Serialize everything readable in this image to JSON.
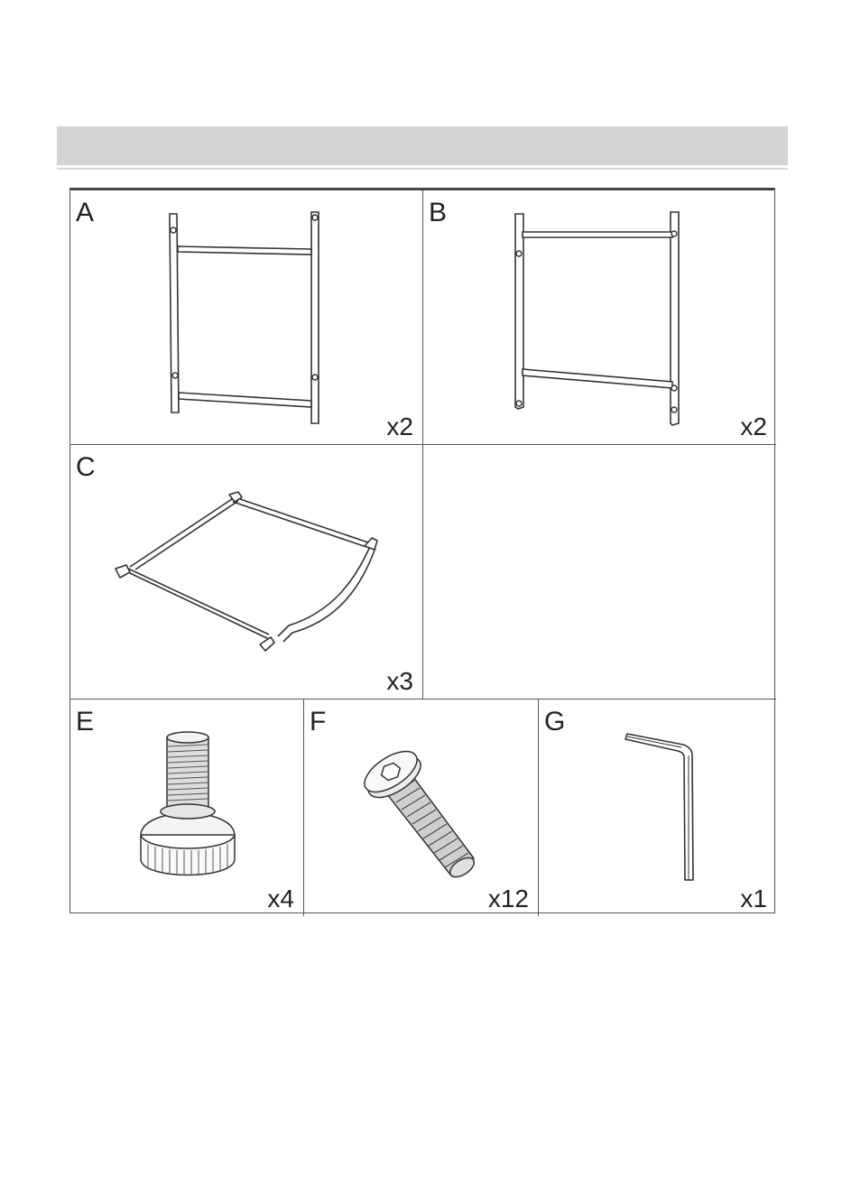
{
  "parts": {
    "A": {
      "letter": "A",
      "qty": "x2",
      "icon": "side-frame-a-icon"
    },
    "B": {
      "letter": "B",
      "qty": "x2",
      "icon": "side-frame-b-icon"
    },
    "C": {
      "letter": "C",
      "qty": "x3",
      "icon": "shelf-frame-icon"
    },
    "E": {
      "letter": "E",
      "qty": "x4",
      "icon": "adjustable-foot-icon"
    },
    "F": {
      "letter": "F",
      "qty": "x12",
      "icon": "hex-bolt-icon"
    },
    "G": {
      "letter": "G",
      "qty": "x1",
      "icon": "allen-key-icon"
    }
  },
  "colors": {
    "header_band": "#d4d4d4",
    "line_art": "#333333"
  }
}
